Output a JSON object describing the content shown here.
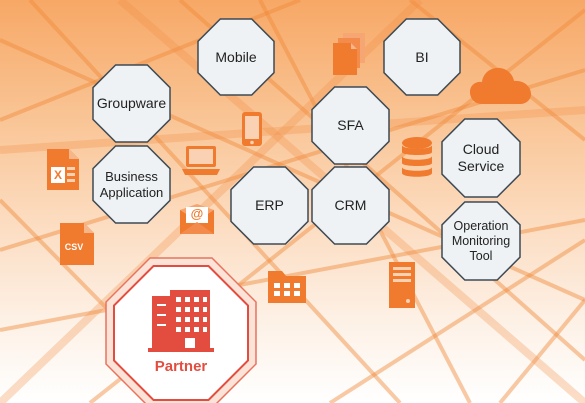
{
  "nodes": {
    "mobile": "Mobile",
    "bi": "BI",
    "groupware": "Groupware",
    "sfa": "SFA",
    "cloud_service": "Cloud\nService",
    "business_application": "Business\nApplication",
    "erp": "ERP",
    "crm": "CRM",
    "operation_monitoring_tool": "Operation\nMonitoring\nTool"
  },
  "partner": {
    "label": "Partner"
  },
  "icon_labels": {
    "excel": "X",
    "csv": "CSV",
    "email": "@"
  },
  "colors": {
    "accent": "#f07a2e",
    "partner_red": "#e34d3f",
    "node_fill": "#eef2f4",
    "node_stroke": "#3d4a55"
  }
}
